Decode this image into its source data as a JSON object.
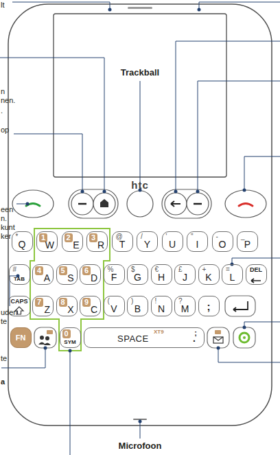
{
  "diagram": {
    "nodes": [
      {
        "text": [
          "*",
          "Q"
        ]
      },
      {
        "text": [
          "1",
          "W"
        ]
      },
      {
        "text": [
          "2",
          "E"
        ]
      },
      {
        "text": [
          "3",
          "R"
        ]
      },
      {
        "text": [
          "@",
          "T"
        ]
      },
      {
        "text": [
          "/",
          "Y"
        ]
      },
      {
        "text": [
          "'",
          "U"
        ]
      },
      {
        "text": [
          "\"",
          "I"
        ]
      },
      {
        "text": [
          "-",
          "O"
        ]
      },
      {
        "text": [
          "_",
          "P"
        ]
      },
      {
        "text": [
          "#",
          "TAB"
        ]
      },
      {
        "text": [
          "4",
          "A"
        ]
      },
      {
        "text": [
          "5",
          "S"
        ]
      },
      {
        "text": [
          "6",
          "D"
        ]
      },
      {
        "text": [
          "%",
          "F"
        ]
      },
      {
        "text": [
          "$",
          "G"
        ]
      },
      {
        "text": [
          "€",
          "H"
        ]
      },
      {
        "text": [
          "£",
          "J"
        ]
      },
      {
        "text": [
          "+",
          "K"
        ]
      },
      {
        "text": [
          "=",
          "L"
        ]
      },
      {
        "text": [
          "DEL"
        ]
      },
      {
        "text": [
          "CAPS"
        ]
      },
      {
        "text": [
          "7",
          "Z"
        ]
      },
      {
        "text": [
          "8",
          "X"
        ]
      },
      {
        "text": [
          "9",
          "C"
        ]
      },
      {
        "text": [
          "(",
          "V"
        ]
      },
      {
        "text": [
          ")",
          "B"
        ]
      },
      {
        "text": [
          "!",
          "N"
        ]
      },
      {
        "text": [
          "?",
          "M"
        ]
      },
      {
        "text": [
          ";"
        ]
      },
      {
        "text": [
          "FN"
        ]
      },
      {
        "text": [
          "0",
          "SYM"
        ]
      },
      {
        "text": [
          "XT9",
          ";",
          "SPACE",
          "."
        ]
      }
    ],
    "labels": [
      "Trackball",
      "htc",
      "Microfoon",
      "lt",
      "n",
      "nen.",
      ".",
      "op",
      "een",
      "n.",
      "kunt",
      "ker",
      "uden",
      "te",
      "te",
      "a"
    ]
  }
}
